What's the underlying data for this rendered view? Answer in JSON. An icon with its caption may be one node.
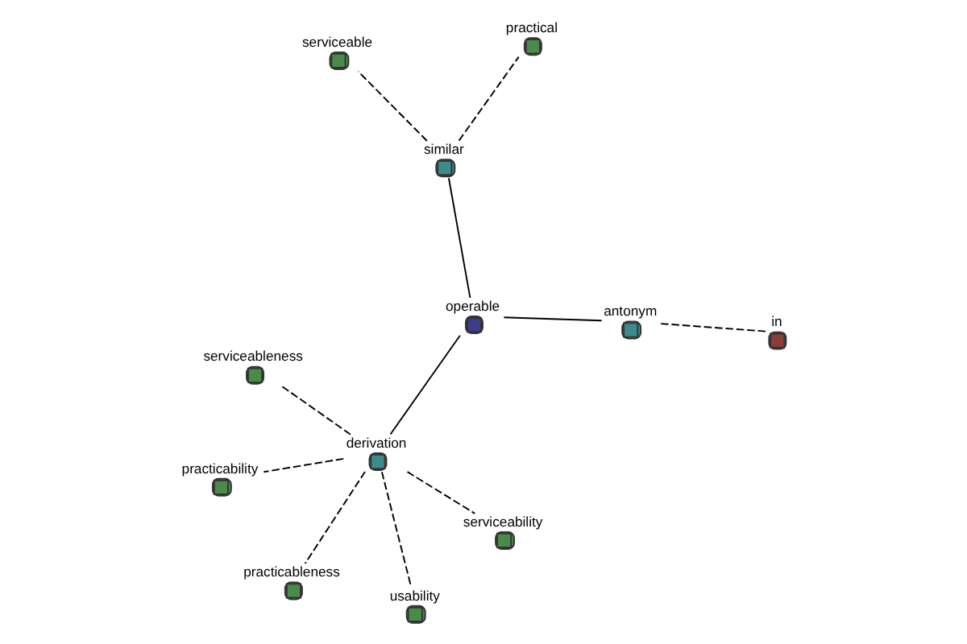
{
  "diagram": {
    "nodes": [
      {
        "text": [
          "operable"
        ]
      },
      {
        "text": [
          "antonym"
        ]
      },
      {
        "text": [
          "in"
        ]
      },
      {
        "text": [
          "similar"
        ]
      },
      {
        "text": [
          "practical"
        ]
      },
      {
        "text": [
          "serviceable"
        ]
      },
      {
        "text": [
          "derivation"
        ]
      },
      {
        "text": [
          "serviceability"
        ]
      },
      {
        "text": [
          "serviceableness"
        ]
      },
      {
        "text": [
          "practicableness"
        ]
      },
      {
        "text": [
          "usability"
        ]
      },
      {
        "text": [
          "practicability"
        ]
      }
    ],
    "edges": [
      {
        "from": 0,
        "to": 1,
        "arrow": "none"
      },
      {
        "from": 1,
        "to": 2,
        "arrow": "none",
        "style": "dashed"
      },
      {
        "from": 0,
        "to": 3,
        "arrow": "none"
      },
      {
        "from": 3,
        "to": 4,
        "arrow": "none",
        "style": "dashed"
      },
      {
        "from": 3,
        "to": 5,
        "arrow": "none",
        "style": "dashed"
      },
      {
        "from": 0,
        "to": 6,
        "arrow": "none"
      },
      {
        "from": 6,
        "to": 7,
        "arrow": "none",
        "style": "dashed"
      },
      {
        "from": 6,
        "to": 8,
        "arrow": "none",
        "style": "dashed"
      },
      {
        "from": 6,
        "to": 9,
        "arrow": "none",
        "style": "dashed"
      },
      {
        "from": 6,
        "to": 10,
        "arrow": "none",
        "style": "dashed"
      },
      {
        "from": 6,
        "to": 11,
        "arrow": "none",
        "style": "dashed"
      }
    ]
  }
}
